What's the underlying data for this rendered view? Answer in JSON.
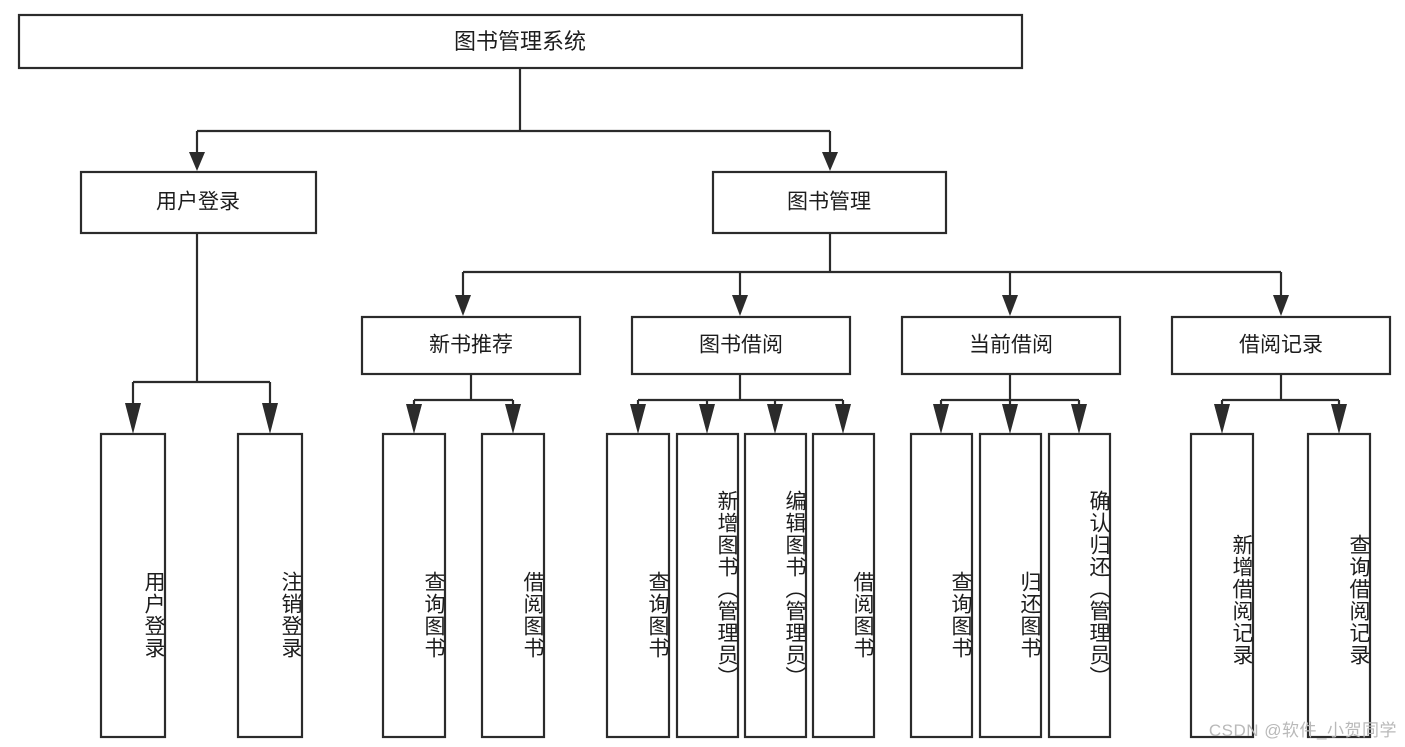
{
  "diagram": {
    "type": "tree",
    "title": "图书管理系统",
    "root": {
      "label": "图书管理系统",
      "name": "node-root-book-management-system"
    },
    "level2": [
      {
        "label": "用户登录",
        "name": "node-user-login"
      },
      {
        "label": "图书管理",
        "name": "node-book-management"
      }
    ],
    "level3": [
      {
        "label": "新书推荐",
        "name": "node-new-book-recommend"
      },
      {
        "label": "图书借阅",
        "name": "node-book-borrow"
      },
      {
        "label": "当前借阅",
        "name": "node-current-borrow"
      },
      {
        "label": "借阅记录",
        "name": "node-borrow-record"
      }
    ],
    "leaves": {
      "user_login": [
        {
          "label": "用户登录",
          "name": "leaf-user-login"
        },
        {
          "label": "注销登录",
          "name": "leaf-logout"
        }
      ],
      "new_book_recommend": [
        {
          "label": "查询图书",
          "name": "leaf-query-book-recommend"
        },
        {
          "label": "借阅图书",
          "name": "leaf-borrow-book-recommend"
        }
      ],
      "book_borrow": [
        {
          "label": "查询图书",
          "name": "leaf-query-book-borrow"
        },
        {
          "label": "新增图书（管理员）",
          "name": "leaf-add-book-admin"
        },
        {
          "label": "编辑图书（管理员）",
          "name": "leaf-edit-book-admin"
        },
        {
          "label": "借阅图书",
          "name": "leaf-borrow-book"
        }
      ],
      "current_borrow": [
        {
          "label": "查询图书",
          "name": "leaf-query-book-current"
        },
        {
          "label": "归还图书",
          "name": "leaf-return-book"
        },
        {
          "label": "确认归还（管理员）",
          "name": "leaf-confirm-return-admin"
        }
      ],
      "borrow_record": [
        {
          "label": "新增借阅记录",
          "name": "leaf-add-borrow-record"
        },
        {
          "label": "查询借阅记录",
          "name": "leaf-query-borrow-record"
        }
      ]
    },
    "watermark": "CSDN @软件_小贺同学",
    "colors": {
      "stroke": "#2b2b2b",
      "fill": "#ffffff",
      "text": "#1d1d1d",
      "watermark": "#b9b9b9"
    }
  }
}
